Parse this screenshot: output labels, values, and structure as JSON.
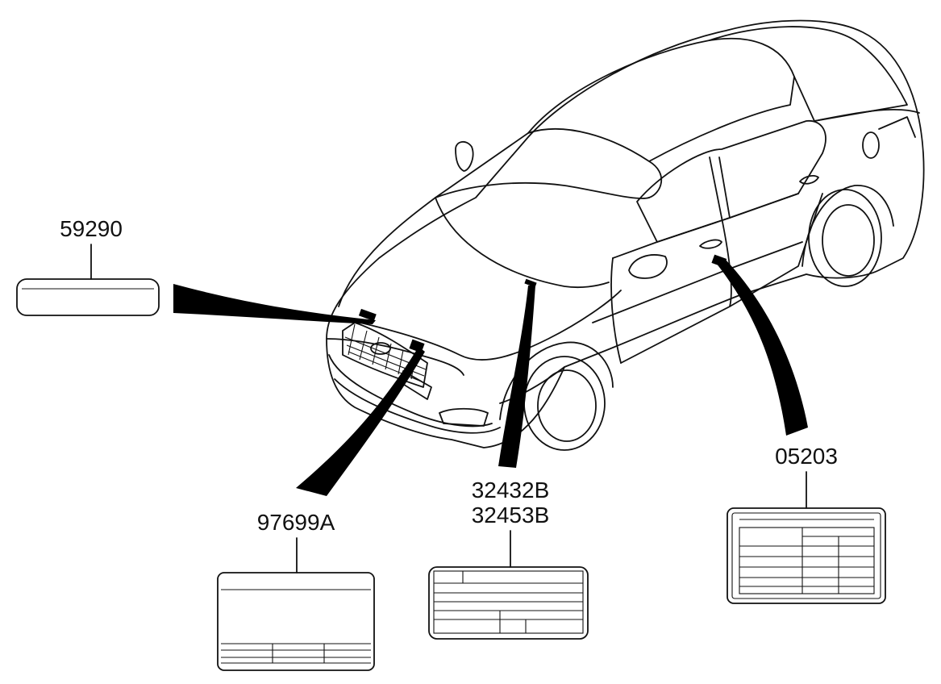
{
  "diagram": {
    "parts": [
      {
        "id": "p1",
        "number": "59290"
      },
      {
        "id": "p2",
        "number": "97699A"
      },
      {
        "id": "p3",
        "number": "32432B"
      },
      {
        "id": "p4",
        "number": "32453B"
      },
      {
        "id": "p5",
        "number": "05203"
      }
    ]
  }
}
